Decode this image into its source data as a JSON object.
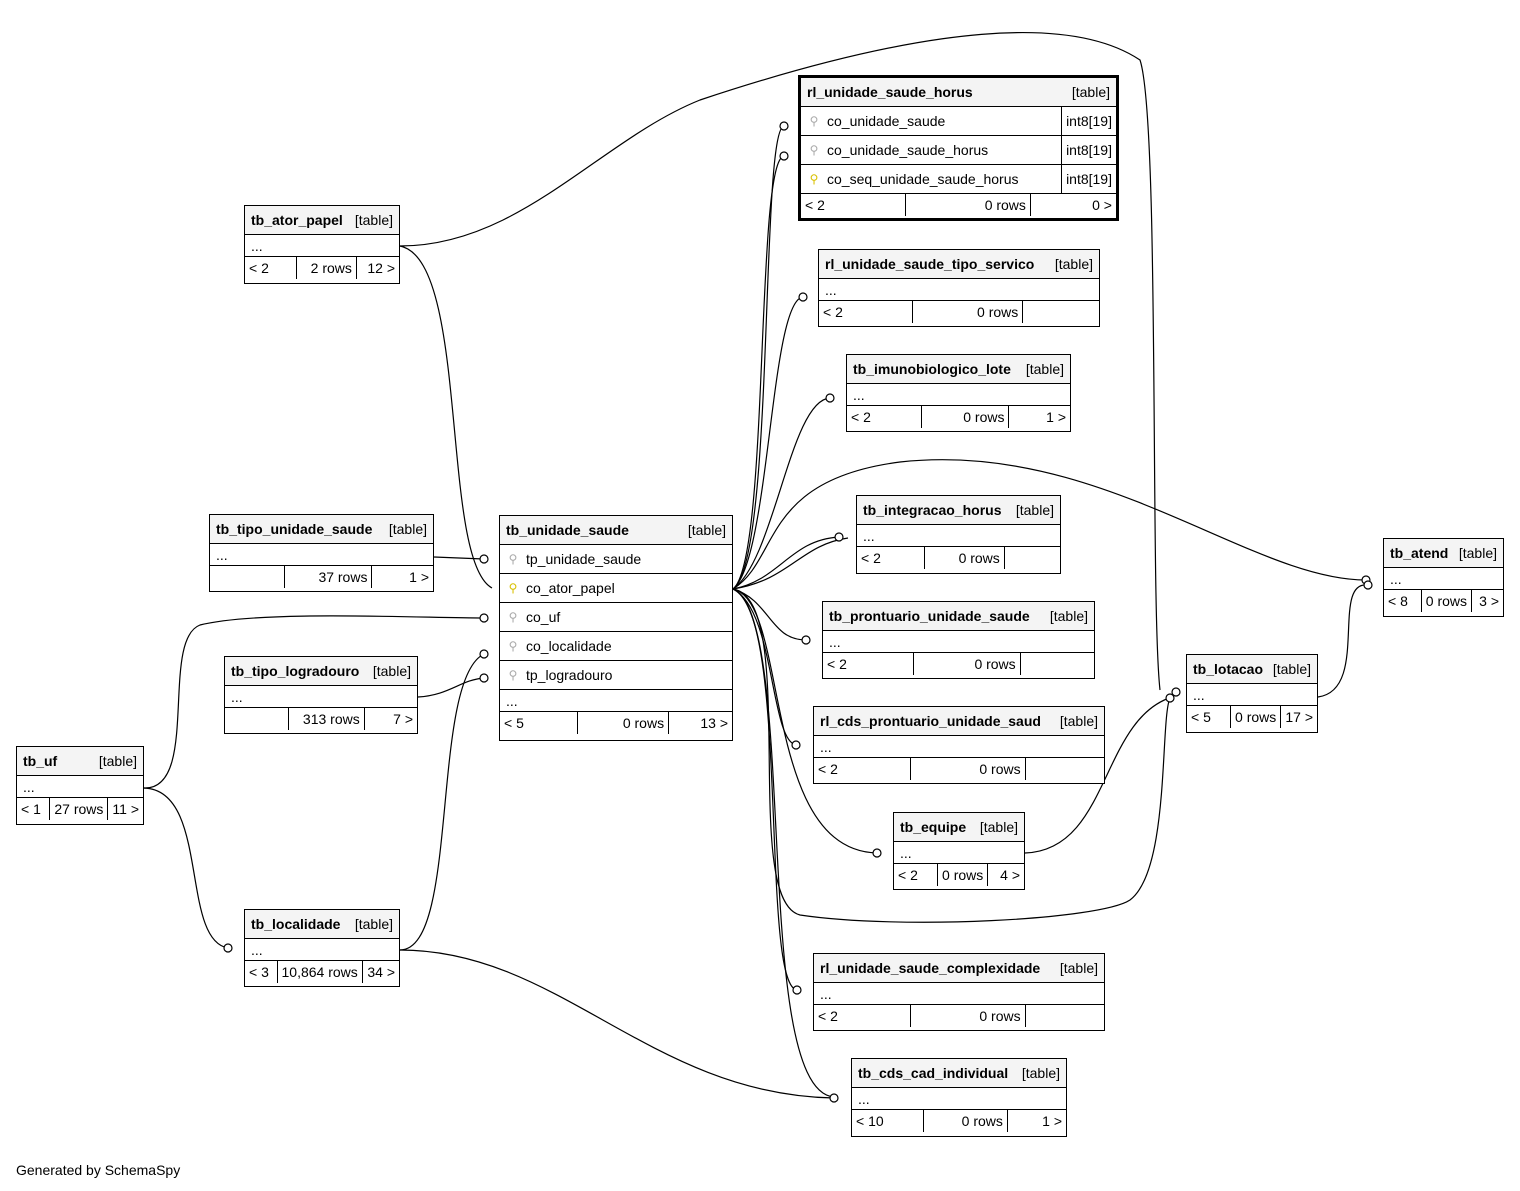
{
  "footer": "Generated by SchemaSpy",
  "tables": {
    "rl_unidade_saude_horus": {
      "name": "rl_unidade_saude_horus",
      "type": "[table]",
      "columns": [
        {
          "name": "co_unidade_saude",
          "type": "int8[19]",
          "key": "fk"
        },
        {
          "name": "co_unidade_saude_horus",
          "type": "int8[19]",
          "key": "fk"
        },
        {
          "name": "co_seq_unidade_saude_horus",
          "type": "int8[19]",
          "key": "pk"
        }
      ],
      "parents": "< 2",
      "rows": "0 rows",
      "children": "0 >"
    },
    "tb_ator_papel": {
      "name": "tb_ator_papel",
      "type": "[table]",
      "ellipsis": "...",
      "parents": "< 2",
      "rows": "2 rows",
      "children": "12 >"
    },
    "rl_unidade_saude_tipo_servico": {
      "name": "rl_unidade_saude_tipo_servico",
      "type": "[table]",
      "ellipsis": "...",
      "parents": "< 2",
      "rows": "0 rows",
      "children": ""
    },
    "tb_imunobiologico_lote": {
      "name": "tb_imunobiologico_lote",
      "type": "[table]",
      "ellipsis": "...",
      "parents": "< 2",
      "rows": "0 rows",
      "children": "1 >"
    },
    "tb_tipo_unidade_saude": {
      "name": "tb_tipo_unidade_saude",
      "type": "[table]",
      "ellipsis": "...",
      "parents": "",
      "rows": "37 rows",
      "children": "1 >"
    },
    "tb_unidade_saude": {
      "name": "tb_unidade_saude",
      "type": "[table]",
      "columns": [
        {
          "name": "tp_unidade_saude",
          "key": "fk"
        },
        {
          "name": "co_ator_papel",
          "key": "pk"
        },
        {
          "name": "co_uf",
          "key": "fk"
        },
        {
          "name": "co_localidade",
          "key": "fk"
        },
        {
          "name": "tp_logradouro",
          "key": "fk"
        }
      ],
      "ellipsis": "...",
      "parents": "< 5",
      "rows": "0 rows",
      "children": "13 >"
    },
    "tb_integracao_horus": {
      "name": "tb_integracao_horus",
      "type": "[table]",
      "ellipsis": "...",
      "parents": "< 2",
      "rows": "0 rows",
      "children": ""
    },
    "tb_atend": {
      "name": "tb_atend",
      "type": "[table]",
      "ellipsis": "...",
      "parents": "< 8",
      "rows": "0 rows",
      "children": "3 >"
    },
    "tb_prontuario_unidade_saude": {
      "name": "tb_prontuario_unidade_saude",
      "type": "[table]",
      "ellipsis": "...",
      "parents": "< 2",
      "rows": "0 rows",
      "children": ""
    },
    "tb_tipo_logradouro": {
      "name": "tb_tipo_logradouro",
      "type": "[table]",
      "ellipsis": "...",
      "parents": "",
      "rows": "313 rows",
      "children": "7 >"
    },
    "tb_lotacao": {
      "name": "tb_lotacao",
      "type": "[table]",
      "ellipsis": "...",
      "parents": "< 5",
      "rows": "0 rows",
      "children": "17 >"
    },
    "rl_cds_prontuario_unidade_saud": {
      "name": "rl_cds_prontuario_unidade_saud",
      "type": "[table]",
      "ellipsis": "...",
      "parents": "< 2",
      "rows": "0 rows",
      "children": ""
    },
    "tb_uf": {
      "name": "tb_uf",
      "type": "[table]",
      "ellipsis": "...",
      "parents": "< 1",
      "rows": "27 rows",
      "children": "11 >"
    },
    "tb_equipe": {
      "name": "tb_equipe",
      "type": "[table]",
      "ellipsis": "...",
      "parents": "< 2",
      "rows": "0 rows",
      "children": "4 >"
    },
    "tb_localidade": {
      "name": "tb_localidade",
      "type": "[table]",
      "ellipsis": "...",
      "parents": "< 3",
      "rows": "10,864 rows",
      "children": "34 >"
    },
    "rl_unidade_saude_complexidade": {
      "name": "rl_unidade_saude_complexidade",
      "type": "[table]",
      "ellipsis": "...",
      "parents": "< 2",
      "rows": "0 rows",
      "children": ""
    },
    "tb_cds_cad_individual": {
      "name": "tb_cds_cad_individual",
      "type": "[table]",
      "ellipsis": "...",
      "parents": "< 10",
      "rows": "0 rows",
      "children": "1 >"
    }
  }
}
